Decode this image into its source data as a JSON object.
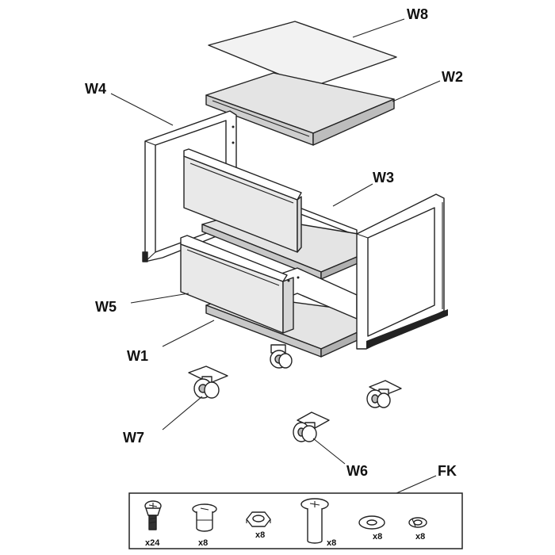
{
  "labels": {
    "w8": "W8",
    "w2": "W2",
    "w4": "W4",
    "w3": "W3",
    "w5": "W5",
    "w1": "W1",
    "w7": "W7",
    "w6": "W6",
    "fk": "FK"
  },
  "hardware": [
    {
      "name": "screw",
      "qty": "x24"
    },
    {
      "name": "dowel",
      "qty": "x8"
    },
    {
      "name": "nut",
      "qty": "x8"
    },
    {
      "name": "bolt",
      "qty": "x8"
    },
    {
      "name": "washer",
      "qty": "x8"
    },
    {
      "name": "spring-washer",
      "qty": "x8"
    }
  ]
}
